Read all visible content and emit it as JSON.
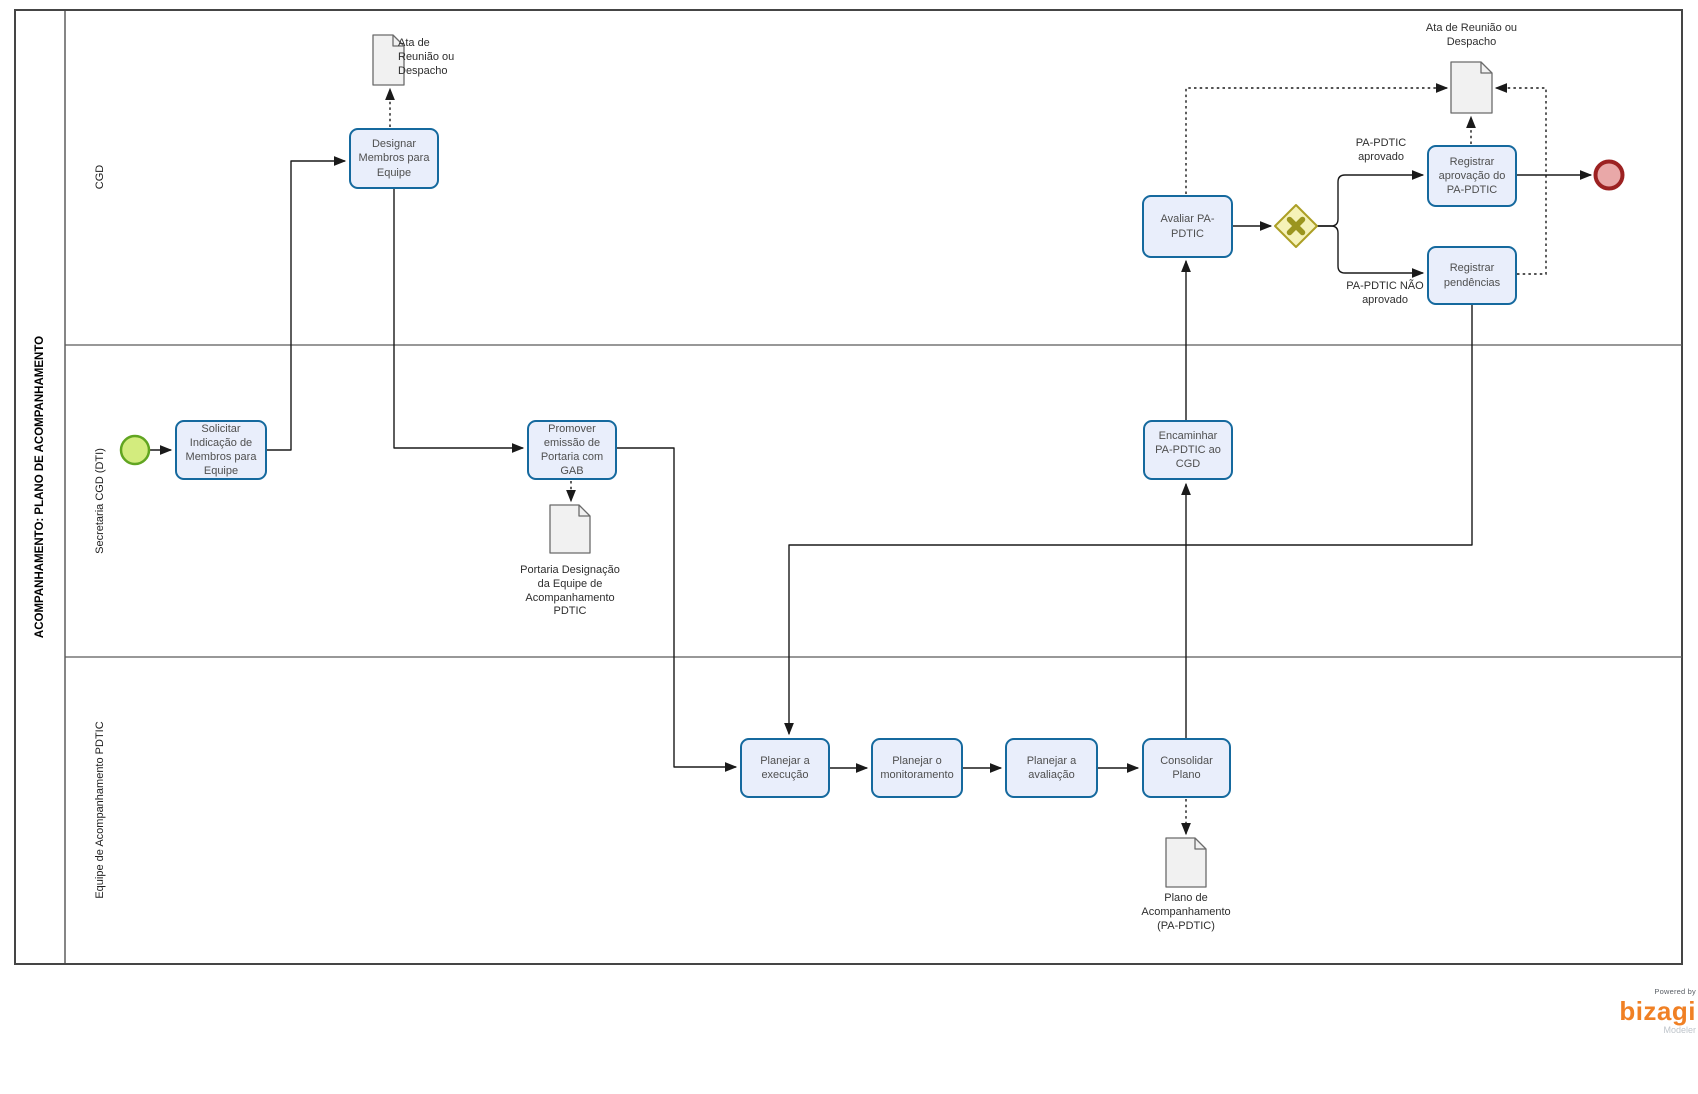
{
  "pool": {
    "title": "ACOMPANHAMENTO: PLANO DE ACOMPANHAMENTO"
  },
  "lanes": {
    "cgd": "CGD",
    "secretaria": "Secretaria CGD (DTI)",
    "equipe": "Equipe de Acompanhamento PDTIC"
  },
  "tasks": {
    "solicitar": "Solicitar\nIndicação de\nMembros para\nEquipe",
    "designar": "Designar\nMembros para\nEquipe",
    "promover": "Promover\nemissão de\nPortaria com\nGAB",
    "planejar_execucao": "Planejar a\nexecução",
    "planejar_monitoramento": "Planejar o\nmonitoramento",
    "planejar_avaliacao": "Planejar a\navaliação",
    "consolidar": "Consolidar Plano",
    "encaminhar": "Encaminhar\nPA-PDTIC ao\nCGD",
    "avaliar": "Avaliar PA-PDTIC",
    "registrar_aprovacao": "Registrar\naprovação do\nPA-PDTIC",
    "registrar_pendencias": "Registrar\npendências"
  },
  "documents": {
    "ata_reuniao_1": "Ata de\nReunião ou\nDespacho",
    "portaria": "Portaria Designação\nda Equipe de\nAcompanhamento\nPDTIC",
    "plano": "Plano de\nAcompanhamento\n(PA-PDTIC)",
    "ata_reuniao_2": "Ata de Reunião ou\nDespacho"
  },
  "edge_labels": {
    "aprovado": "PA-PDTIC\naprovado",
    "nao_aprovado": "PA-PDTIC NÃO\naprovado"
  },
  "logo": {
    "powered_by": "Powered by",
    "brand": "bizagi",
    "product": "Modeler"
  },
  "colors": {
    "task_border": "#15699e",
    "task_fill": "#e9eefb",
    "start_event_fill": "#d3ec7e",
    "start_event_border": "#61a521",
    "end_event_fill": "#e9a8a8",
    "end_event_border": "#9c2121",
    "gateway_fill": "#f5f2b8",
    "gateway_border": "#ac9f25",
    "document_fill": "#f1f1f1",
    "document_border": "#6b6b6b",
    "logo_orange": "#f08024"
  }
}
